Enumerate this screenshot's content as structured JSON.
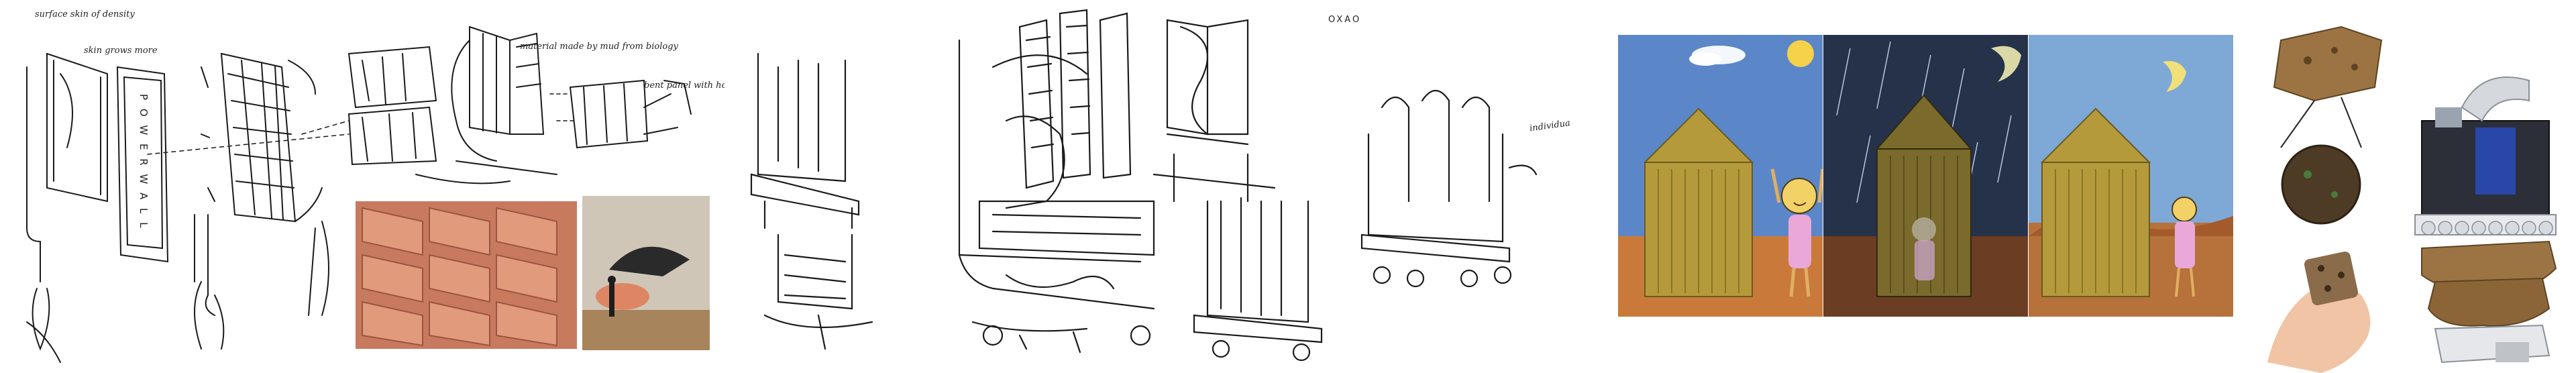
{
  "sketch_notes": {
    "top_left": "surface skin of density",
    "skin": "skin grows more",
    "vertical_label": "P O W E R W A L L",
    "material": "material made by mud from biology",
    "panel": "bent panel with holes",
    "right_small": "sun",
    "center": "OXAO",
    "right_label": "individual"
  },
  "colors": {
    "sky": "#5b87c9",
    "sky_night": "#25324a",
    "ground": "#c97a3a",
    "hut": "#b59a3c",
    "terracotta": "#c77a5e"
  }
}
